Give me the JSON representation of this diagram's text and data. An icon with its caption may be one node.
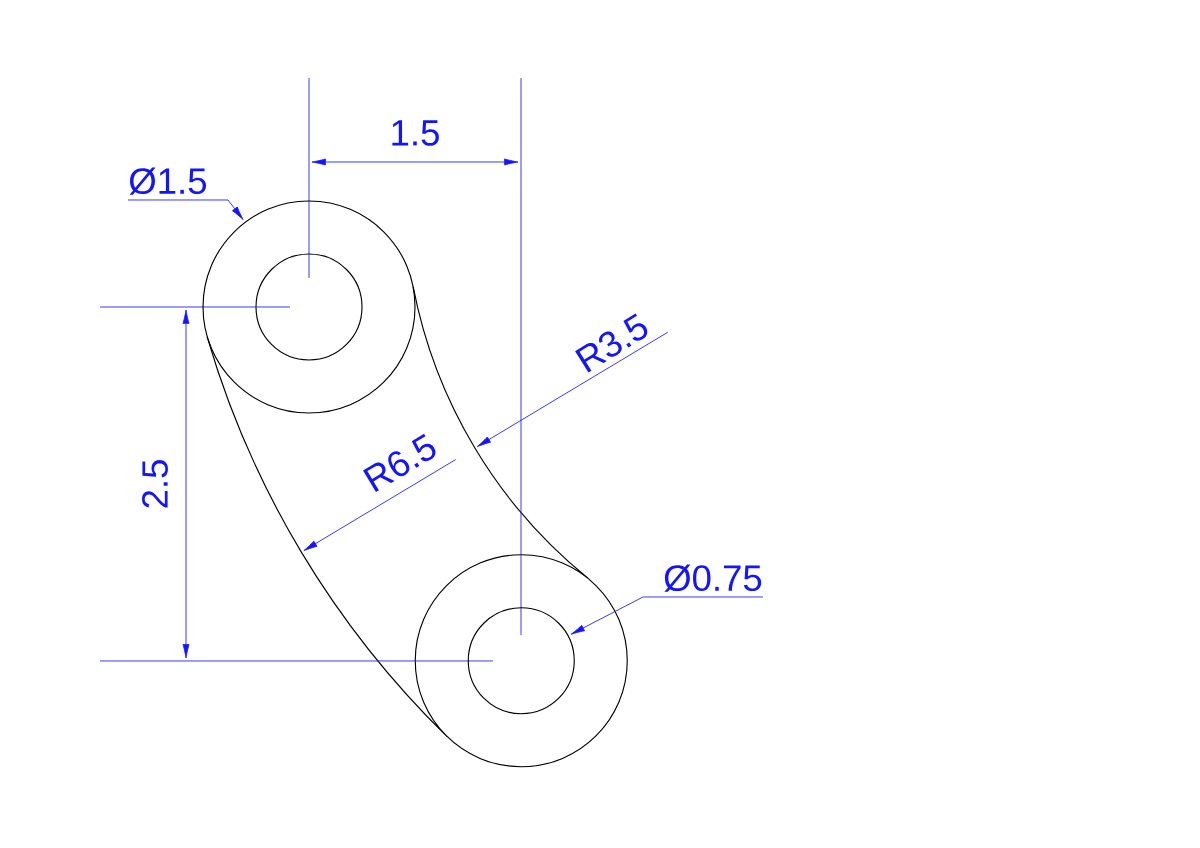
{
  "diagram": {
    "nodes": [
      {
        "text": [
          "Ø1.5"
        ]
      },
      {
        "text": [],
        "shape": "circle"
      },
      {
        "text": [
          "Ø0.75"
        ]
      },
      {
        "text": [],
        "shape": "circle"
      }
    ],
    "edges": [
      {
        "from": 0,
        "to": 1,
        "arrow": "to"
      },
      {
        "from": 2,
        "to": 3,
        "arrow": "to"
      }
    ],
    "labels": [
      "1.5",
      "R3.5",
      "2.5",
      "R6.5"
    ]
  }
}
